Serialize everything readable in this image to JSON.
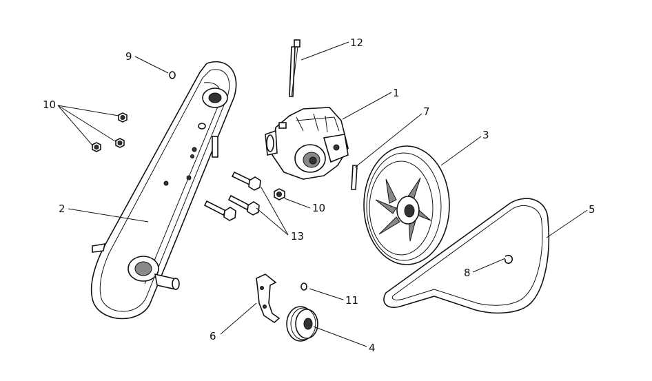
{
  "callouts": {
    "c1": "1",
    "c2": "2",
    "c3": "3",
    "c4": "4",
    "c5": "5",
    "c6": "6",
    "c7": "7",
    "c8": "8",
    "c9": "9",
    "c10a": "10",
    "c10b": "10",
    "c11": "11",
    "c12": "12",
    "c13": "13"
  }
}
